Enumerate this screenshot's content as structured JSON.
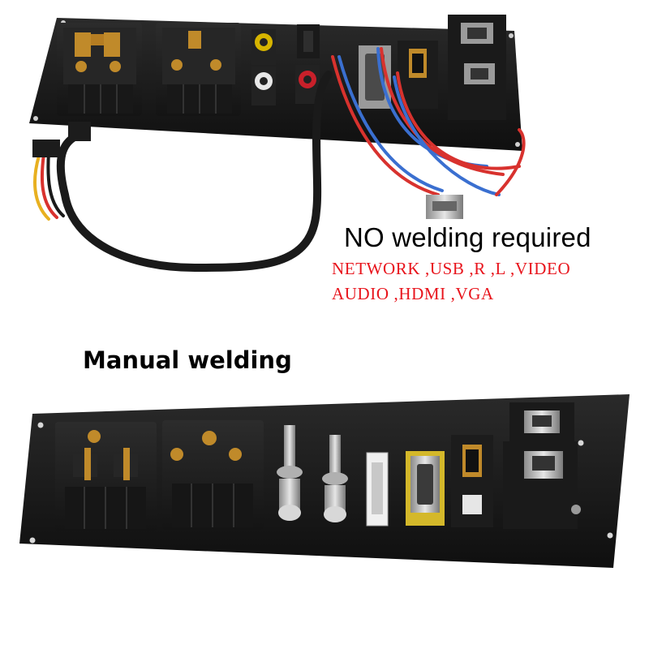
{
  "captions": {
    "no_welding": "NO welding required",
    "connector_list_line1": "NETWORK ,USB ,R ,L ,VIDEO",
    "connector_list_line2": "AUDIO ,HDMI ,VGA",
    "manual_welding": "Manual welding"
  },
  "colors": {
    "plate": "#1a1a1a",
    "socket": "#1f1f1f",
    "brass": "#c08a2a",
    "caption_red": "#e8141c",
    "wire_red": "#d8322e",
    "wire_blue": "#3a6fd0",
    "wire_yellow": "#e8b020"
  }
}
